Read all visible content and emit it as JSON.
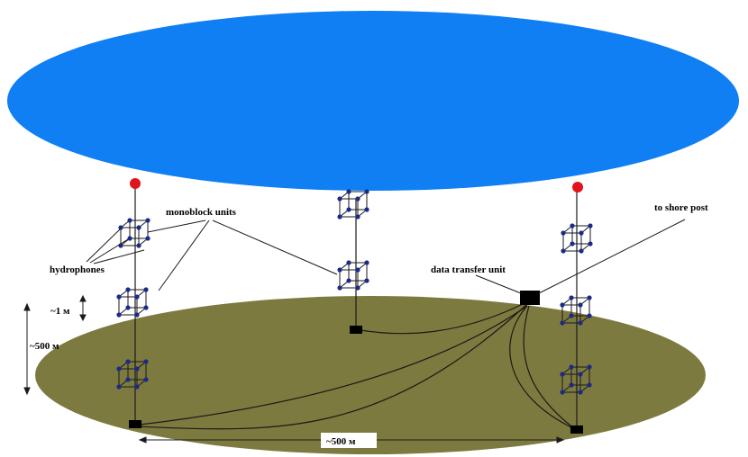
{
  "labels": {
    "monoblock_units": "monoblock units",
    "hydrophones": "hydrophones",
    "to_shore_post": "to shore post",
    "data_transfer_unit": "data transfer unit",
    "spacing_1m": "~1 м",
    "depth_500m": "~500 м",
    "width_500m": "~500 м"
  },
  "colors": {
    "sea_surface": "#0f7ff3",
    "sea_floor": "#7d7a3f",
    "buoy": "#e0151b",
    "node": "#1b2a8a",
    "cube_edge": "#1a1a1a",
    "line": "#1a1a1a"
  }
}
